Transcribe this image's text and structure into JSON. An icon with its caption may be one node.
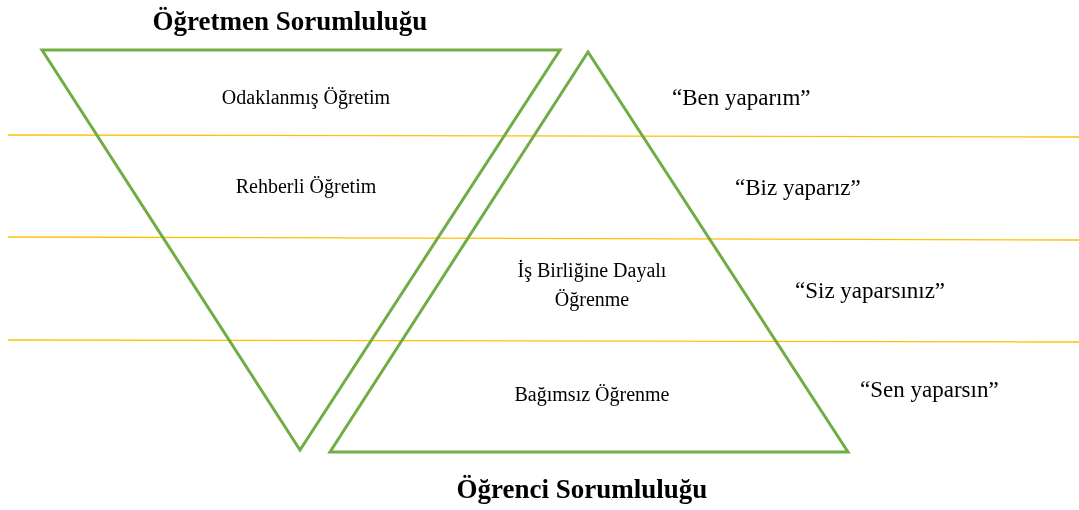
{
  "diagram": {
    "nodes": [
      {
        "text": [
          "Öğretmen Sorumluluğu",
          "Odaklanmış Öğretim",
          "Rehberli Öğretim"
        ]
      },
      {
        "text": [
          "İş Birliğine Dayalı Öğrenme",
          "Bağımsız Öğrenme",
          "Öğrenci Sorumluluğu"
        ]
      }
    ],
    "labels": [
      "“Ben yaparım”",
      "“Biz yaparız”",
      "“Siz yaparsınız”",
      "“Sen yaparsın”"
    ]
  }
}
